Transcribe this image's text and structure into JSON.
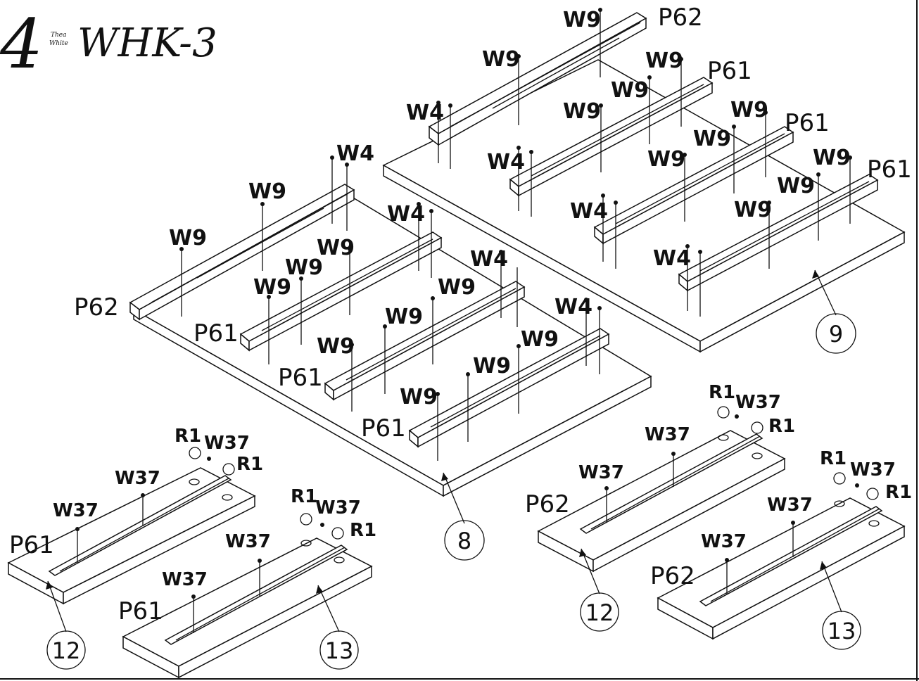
{
  "header": {
    "step_number": "4",
    "brand_line1": "Thea",
    "brand_line2": "White",
    "model": "WHK-3"
  },
  "labels": {
    "w9": "W9",
    "w4": "W4",
    "w37": "W37",
    "r1": "R1",
    "p61": "P61",
    "p62": "P62"
  },
  "callouts": {
    "panel_8": "8",
    "panel_9": "9",
    "panel_12": "12",
    "panel_13": "13"
  }
}
